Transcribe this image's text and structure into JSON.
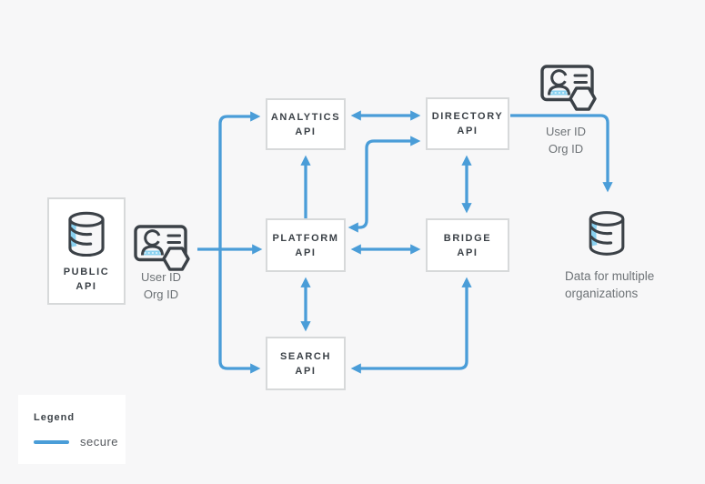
{
  "diagram": {
    "nodes": {
      "public_api": {
        "line1": "PUBLIC",
        "line2": "API"
      },
      "analytics_api": {
        "line1": "ANALYTICS",
        "line2": "API"
      },
      "directory_api": {
        "line1": "DIRECTORY",
        "line2": "API"
      },
      "platform_api": {
        "line1": "PLATFORM",
        "line2": "API"
      },
      "bridge_api": {
        "line1": "BRIDGE",
        "line2": "API"
      },
      "search_api": {
        "line1": "SEARCH",
        "line2": "API"
      }
    },
    "annotations": {
      "left_credentials": {
        "line1": "User ID",
        "line2": "Org ID"
      },
      "right_credentials": {
        "line1": "User ID",
        "line2": "Org ID"
      },
      "datastore_label": {
        "line1": "Data for multiple",
        "line2": "organizations"
      }
    },
    "icons": {
      "public_api_box": "database-icon",
      "left_credentials": "id-card-badge-icon",
      "right_credentials": "id-card-badge-icon",
      "multi_org_datastore": "database-icon"
    },
    "edges": [
      {
        "from": "public-api-credentials",
        "to": "analytics-api",
        "direction": "one-way",
        "style": "secure"
      },
      {
        "from": "public-api-credentials",
        "to": "platform-api",
        "direction": "one-way",
        "style": "secure"
      },
      {
        "from": "public-api-credentials",
        "to": "search-api",
        "direction": "one-way",
        "style": "secure"
      },
      {
        "from": "analytics-api",
        "to": "directory-api",
        "direction": "two-way",
        "style": "secure"
      },
      {
        "from": "platform-api",
        "to": "analytics-api",
        "direction": "one-way",
        "style": "secure"
      },
      {
        "from": "platform-api",
        "to": "directory-api",
        "direction": "two-way",
        "style": "secure"
      },
      {
        "from": "platform-api",
        "to": "bridge-api",
        "direction": "two-way",
        "style": "secure"
      },
      {
        "from": "platform-api",
        "to": "search-api",
        "direction": "two-way",
        "style": "secure"
      },
      {
        "from": "directory-api",
        "to": "bridge-api",
        "direction": "two-way",
        "style": "secure"
      },
      {
        "from": "search-api",
        "to": "bridge-api",
        "direction": "two-way",
        "style": "secure"
      },
      {
        "from": "directory-api",
        "to": "multi-org-datastore",
        "direction": "one-way",
        "style": "secure"
      }
    ],
    "legend": {
      "title": "Legend",
      "items": [
        {
          "label": "secure",
          "style": "blue-line"
        }
      ]
    },
    "colors": {
      "background": "#f7f7f8",
      "panel": "#ffffff",
      "secure_line": "#4a9dd8",
      "icon_dark": "#3b4147",
      "icon_accent": "#8ad1f0",
      "node_border": "#d7d9da",
      "node_text": "#3b4147",
      "annotation_text": "#6d7276",
      "legend_text": "#53575c"
    }
  }
}
